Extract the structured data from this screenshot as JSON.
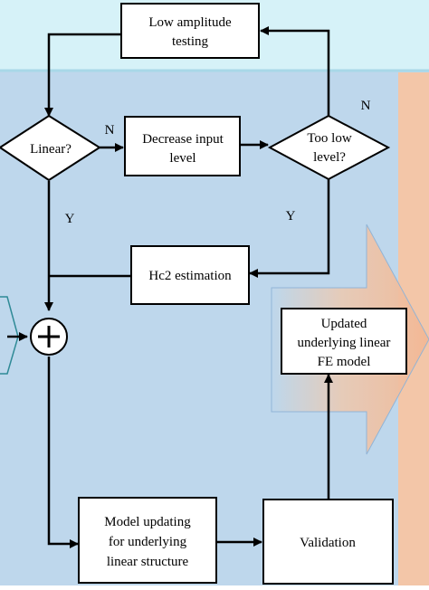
{
  "nodes": {
    "low_amplitude": [
      "Low amplitude",
      "testing"
    ],
    "linear": [
      "Linear?"
    ],
    "decrease_input": [
      "Decrease input",
      "level"
    ],
    "too_low": [
      "Too low",
      "level?"
    ],
    "hc2": [
      "Hc2 estimation"
    ],
    "updated_model": [
      "Updated",
      "underlying linear",
      "FE model"
    ],
    "model_updating": [
      "Model updating",
      "for underlying",
      "linear structure"
    ],
    "validation": [
      "Validation"
    ]
  },
  "edge_labels": {
    "linear_no": "N",
    "linear_yes": "Y",
    "too_low_no": "N",
    "too_low_yes": "Y"
  },
  "colors": {
    "top_band": "#d6f2f8",
    "main_panel": "#bed7ec",
    "right_strip": "#f3c6a8",
    "box_fill": "#ffffff",
    "line": "#000000",
    "teal_outline": "#2f8a96"
  }
}
